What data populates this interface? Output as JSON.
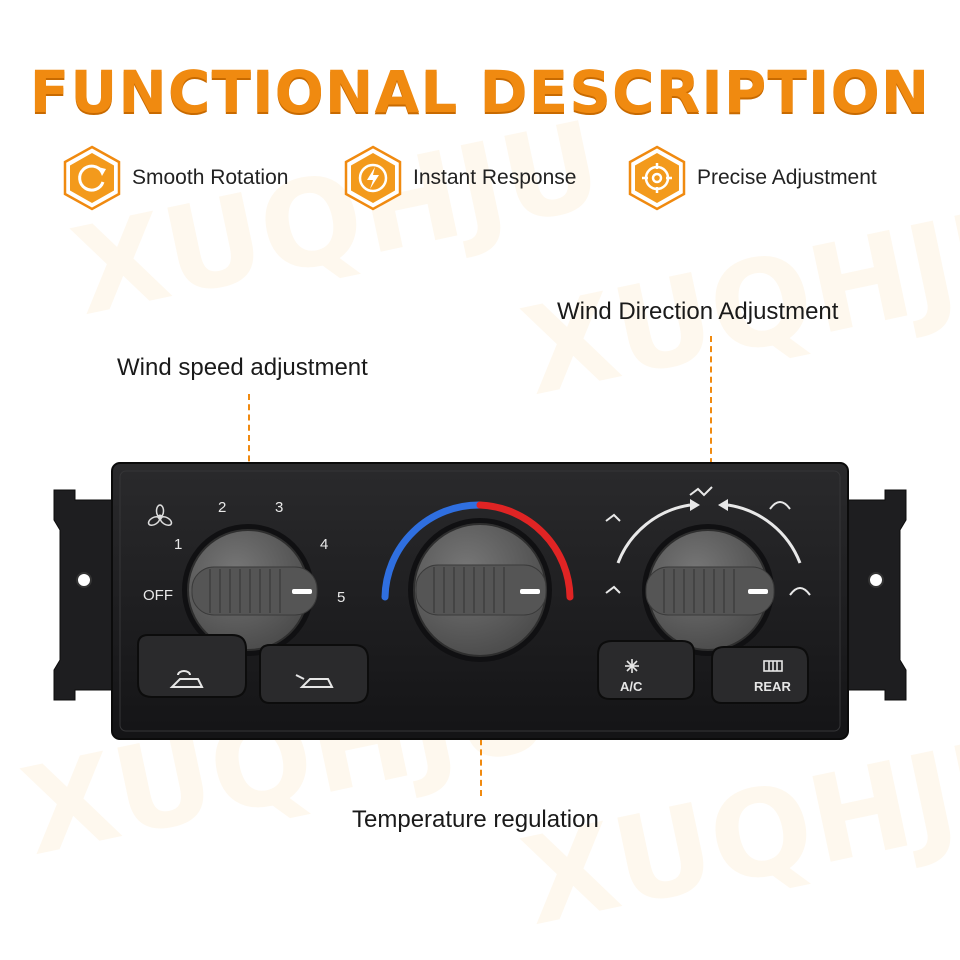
{
  "headline": "FUNCTIONAL DESCRIPTION",
  "watermark": "XUQHJU",
  "features": [
    {
      "label": "Smooth Rotation",
      "icon": "rotation-icon"
    },
    {
      "label": "Instant Response",
      "icon": "lightning-icon"
    },
    {
      "label": "Precise Adjustment",
      "icon": "target-icon"
    }
  ],
  "callouts": {
    "wind_speed": "Wind speed adjustment",
    "wind_direction": "Wind Direction Adjustment",
    "temperature": "Temperature regulation"
  },
  "panel": {
    "fan_marks": [
      "OFF",
      "1",
      "2",
      "3",
      "4",
      "5"
    ],
    "ac_label": "A/C",
    "rear_label": "REAR"
  },
  "colors": {
    "accent": "#f08a10",
    "cold": "#2f6fe0",
    "hot": "#e02424",
    "panel": "#1c1c1e",
    "knob": "#5c5c5c"
  }
}
